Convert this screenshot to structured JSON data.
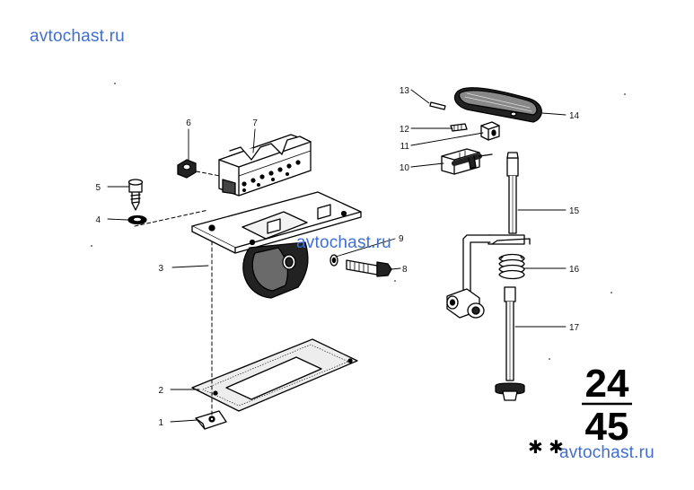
{
  "watermarks": {
    "top_left": "avtochast.ru",
    "center": "avtochast.ru",
    "bottom_right": "avtochast.ru"
  },
  "callouts": [
    "1",
    "2",
    "3",
    "4",
    "5",
    "6",
    "7",
    "8",
    "9",
    "10",
    "11",
    "12",
    "13",
    "14",
    "15",
    "16",
    "17"
  ],
  "group": {
    "top": "24",
    "bottom": "45"
  },
  "stars": "✱ ✱"
}
